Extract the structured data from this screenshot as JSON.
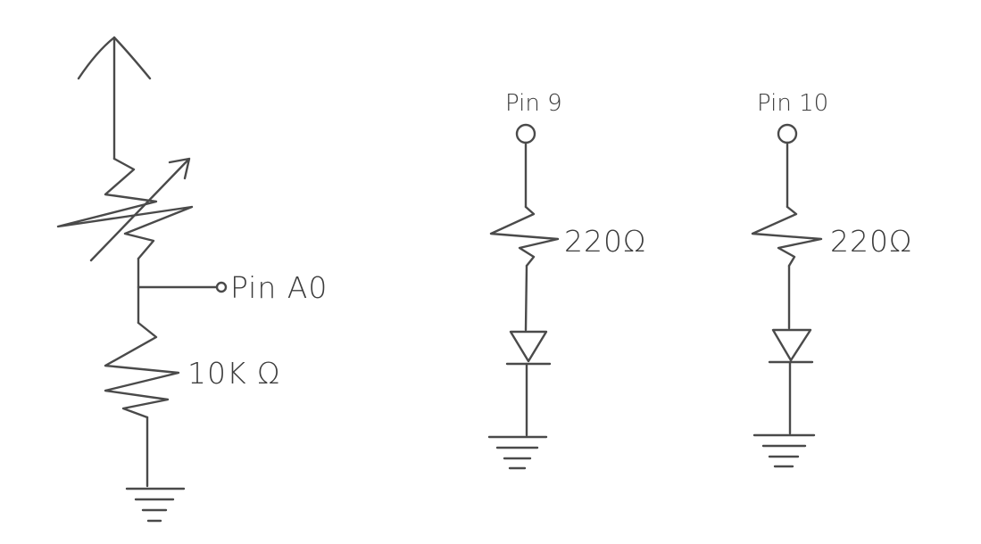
{
  "labels": {
    "pot_pin": "Pin A0",
    "fixed_resistor": "10K Ω",
    "left_pin": "Pin 9",
    "right_pin": "Pin 10",
    "left_resistor": "220Ω",
    "right_resistor": "220Ω"
  }
}
